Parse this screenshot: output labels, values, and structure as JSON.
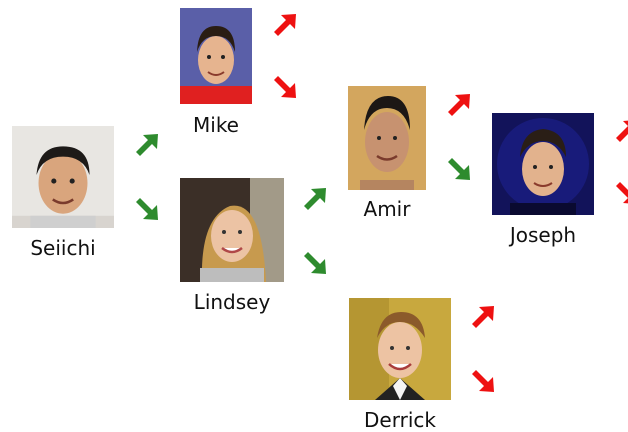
{
  "people": {
    "seiichi": {
      "name": "Seiichi"
    },
    "mike": {
      "name": "Mike"
    },
    "lindsey": {
      "name": "Lindsey"
    },
    "amir": {
      "name": "Amir"
    },
    "joseph": {
      "name": "Joseph"
    },
    "derrick": {
      "name": "Derrick"
    }
  },
  "colors": {
    "up_arrow": "#ee1111",
    "down_arrow": "#ee1111",
    "green_arrow": "#2e8b2e"
  },
  "arrows": [
    {
      "from": "seiichi",
      "direction": "up-right",
      "color": "green"
    },
    {
      "from": "seiichi",
      "direction": "down-right",
      "color": "green"
    },
    {
      "from": "mike",
      "direction": "up-right",
      "color": "red"
    },
    {
      "from": "mike",
      "direction": "down-right",
      "color": "red"
    },
    {
      "from": "lindsey",
      "direction": "up-right",
      "color": "green"
    },
    {
      "from": "lindsey",
      "direction": "down-right",
      "color": "green"
    },
    {
      "from": "amir",
      "direction": "up-right",
      "color": "red"
    },
    {
      "from": "amir",
      "direction": "down-right",
      "color": "green"
    },
    {
      "from": "joseph",
      "direction": "up-right",
      "color": "red"
    },
    {
      "from": "joseph",
      "direction": "down-right",
      "color": "red"
    },
    {
      "from": "derrick",
      "direction": "up-right",
      "color": "red"
    },
    {
      "from": "derrick",
      "direction": "down-right",
      "color": "red"
    }
  ]
}
